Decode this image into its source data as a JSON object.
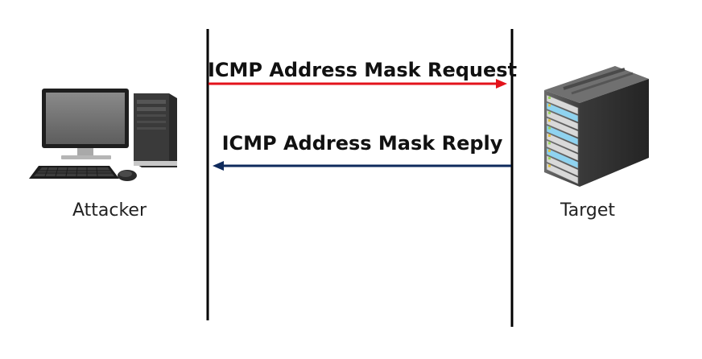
{
  "messages": {
    "request": {
      "label": "ICMP Address Mask Request",
      "color": "#e3131b",
      "direction": "attacker-to-target"
    },
    "reply": {
      "label": "ICMP Address Mask Reply",
      "color": "#0e2a5c",
      "direction": "target-to-attacker"
    }
  },
  "nodes": {
    "attacker": {
      "label": "Attacker",
      "icon": "desktop-computer-icon"
    },
    "target": {
      "label": "Target",
      "icon": "server-rack-icon"
    }
  },
  "lifeline_color": "#000000"
}
